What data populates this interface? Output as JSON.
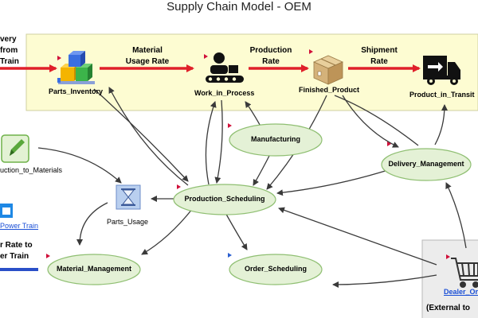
{
  "title": "Supply Chain Model - OEM",
  "flows": {
    "delivery_from_train": [
      "very",
      "from",
      "Train"
    ],
    "material_usage_rate": [
      "Material",
      "Usage Rate"
    ],
    "production_rate": [
      "Production",
      "Rate"
    ],
    "shipment_rate": [
      "Shipment",
      "Rate"
    ]
  },
  "stocks": {
    "parts_inventory": "Parts_Inventory",
    "work_in_process": "Work_in_Process",
    "finished_product": "Finished_Product",
    "product_in_transit": "Product_in_Transit"
  },
  "nodes": {
    "manufacturing": "Manufacturing",
    "delivery_management": "Delivery_Management",
    "production_scheduling": "Production_Scheduling",
    "material_management": "Material_Management",
    "order_scheduling": "Order_Scheduling",
    "parts_usage": "Parts_Usage",
    "production_to_materials": "uction_to_Materials",
    "power_train_link": "Power Train",
    "rate_to_train": [
      "r Rate to",
      "er Train"
    ],
    "dealer_orders": "Dealer_Or",
    "external_label": "(External to"
  },
  "colors": {
    "panel_fill": "#fdfcd2",
    "panel_border": "#cfcfa0",
    "flow_arrow": "#e0202a",
    "ellipse_fill": "#e4f1d6",
    "ellipse_border": "#8fbf72",
    "link_blue": "#1a4fd6",
    "connector": "#3a3a3a",
    "marker_red": "#d0103a",
    "marker_blue": "#2a5fd0"
  }
}
